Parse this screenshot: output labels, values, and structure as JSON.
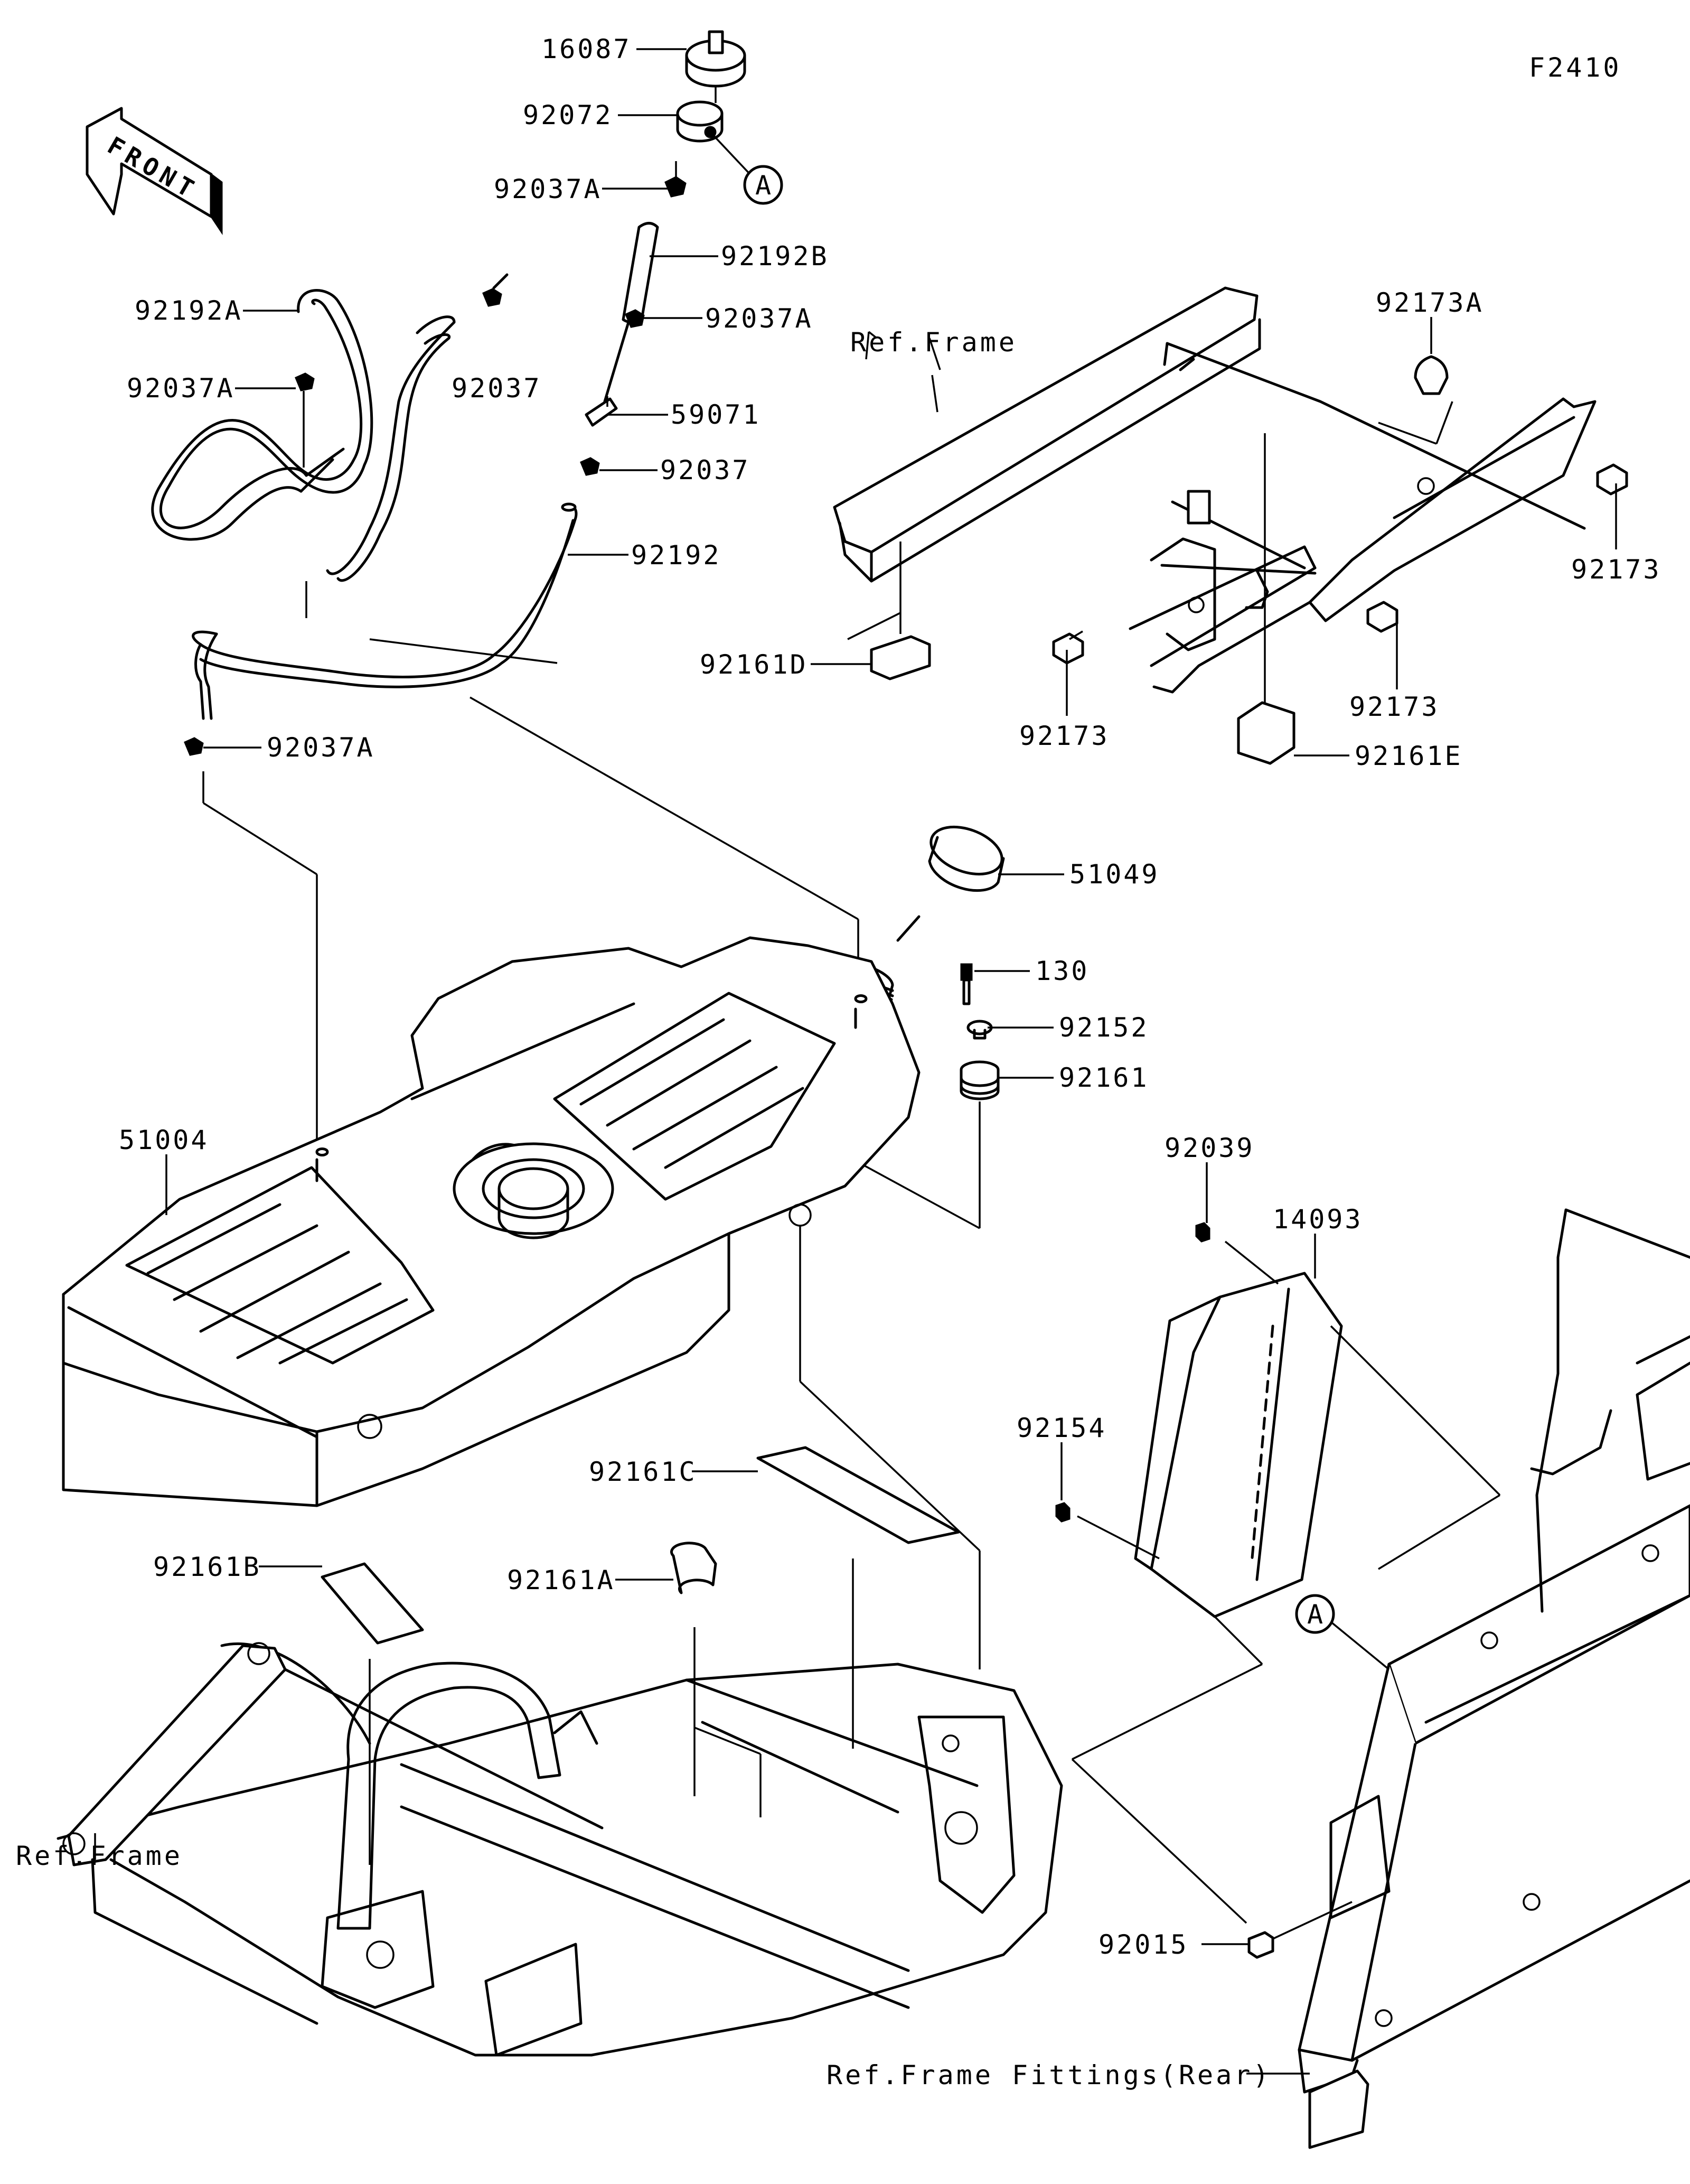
{
  "diagram": {
    "figure_code": "F2410",
    "front_indicator": "FRONT",
    "callout_marker": "A",
    "parts": [
      {
        "id": "p16087",
        "number": "16087"
      },
      {
        "id": "p92072",
        "number": "92072"
      },
      {
        "id": "p92037A_1",
        "number": "92037A"
      },
      {
        "id": "p92192B",
        "number": "92192B"
      },
      {
        "id": "p92192A",
        "number": "92192A"
      },
      {
        "id": "p92037A_2",
        "number": "92037A"
      },
      {
        "id": "p92037_1",
        "number": "92037"
      },
      {
        "id": "p92037A_3",
        "number": "92037A"
      },
      {
        "id": "p59071",
        "number": "59071"
      },
      {
        "id": "p92037_2",
        "number": "92037"
      },
      {
        "id": "p92192",
        "number": "92192"
      },
      {
        "id": "p92037A_4",
        "number": "92037A"
      },
      {
        "id": "p92173A",
        "number": "92173A"
      },
      {
        "id": "p92173_1",
        "number": "92173"
      },
      {
        "id": "p92173_2",
        "number": "92173"
      },
      {
        "id": "p92173_3",
        "number": "92173"
      },
      {
        "id": "p92161D",
        "number": "92161D"
      },
      {
        "id": "p92161E",
        "number": "92161E"
      },
      {
        "id": "p51049",
        "number": "51049"
      },
      {
        "id": "p130",
        "number": "130"
      },
      {
        "id": "p92152",
        "number": "92152"
      },
      {
        "id": "p92161",
        "number": "92161"
      },
      {
        "id": "p51004",
        "number": "51004"
      },
      {
        "id": "p92039",
        "number": "92039"
      },
      {
        "id": "p14093",
        "number": "14093"
      },
      {
        "id": "p92154",
        "number": "92154"
      },
      {
        "id": "p92161C",
        "number": "92161C"
      },
      {
        "id": "p92161B",
        "number": "92161B"
      },
      {
        "id": "p92161A",
        "number": "92161A"
      },
      {
        "id": "p92015",
        "number": "92015"
      }
    ],
    "references": [
      {
        "id": "ref_frame_top",
        "text": "Ref.Frame"
      },
      {
        "id": "ref_frame_left",
        "text": "Ref.Frame"
      },
      {
        "id": "ref_frame_fittings",
        "text": "Ref.Frame Fittings(Rear)"
      }
    ]
  }
}
